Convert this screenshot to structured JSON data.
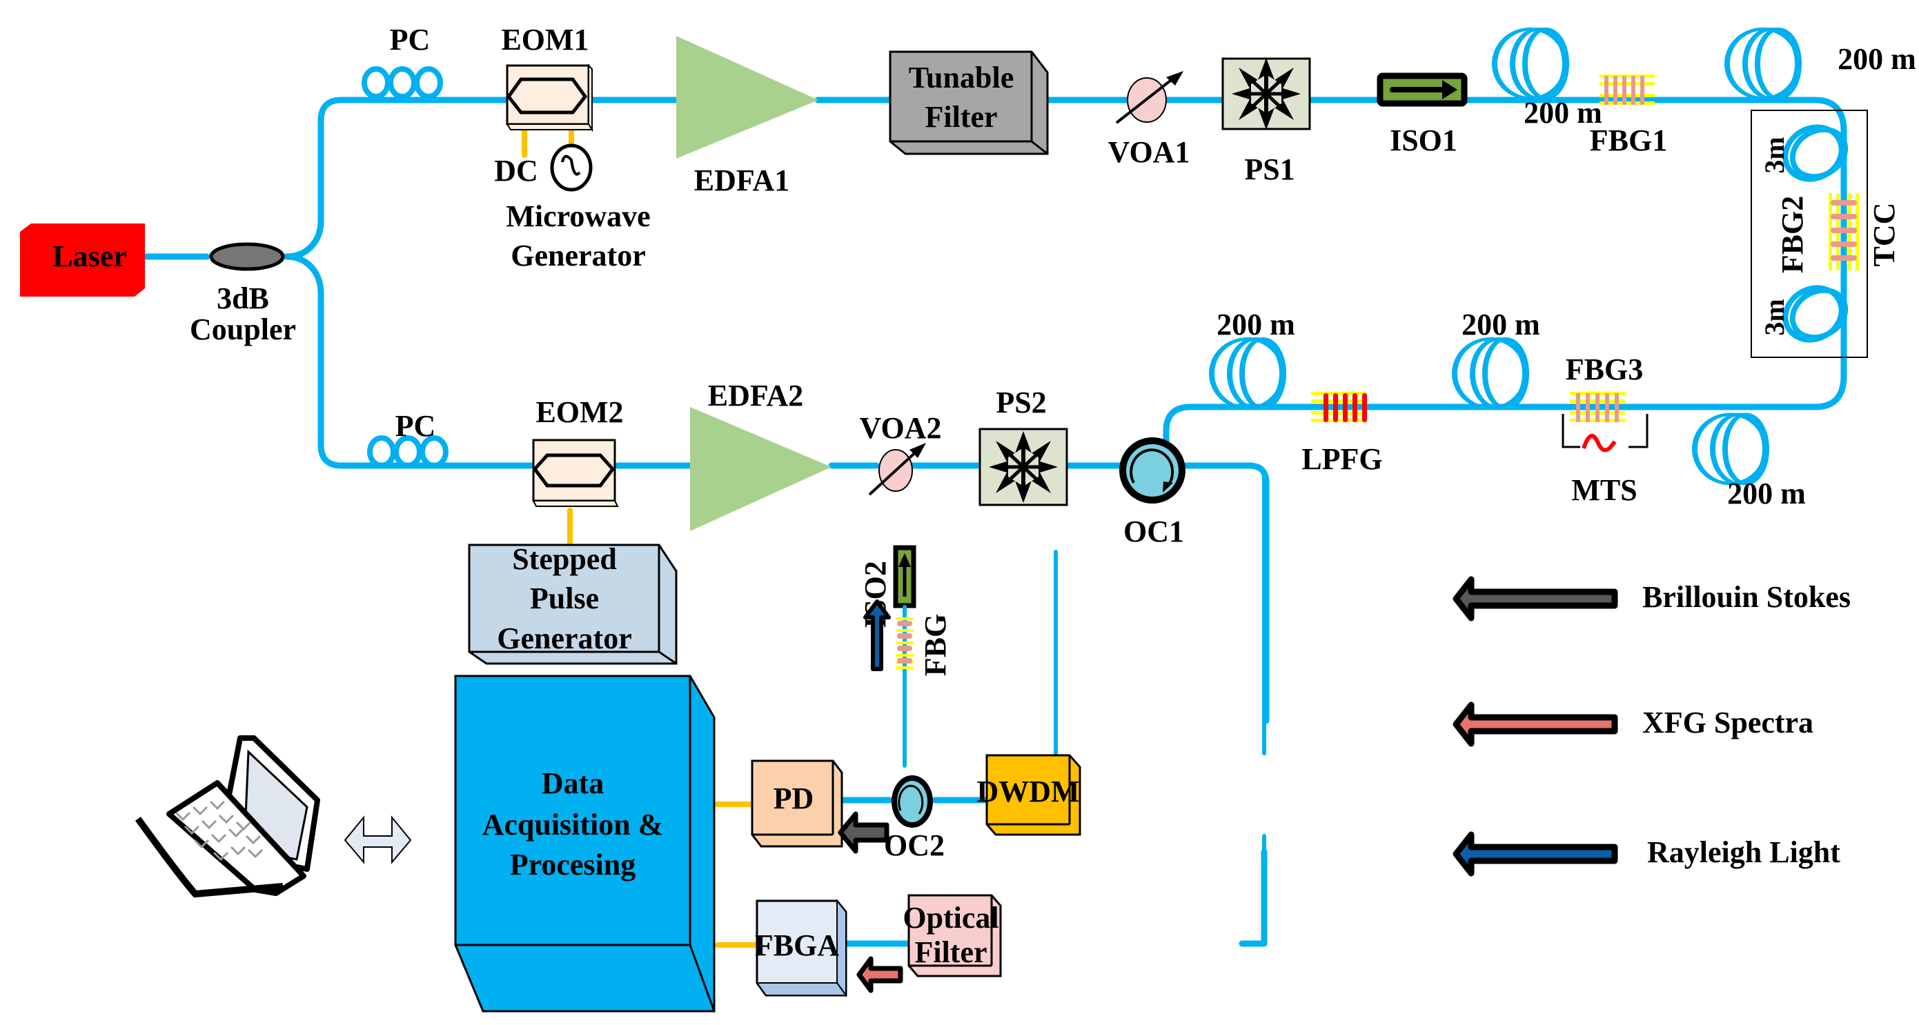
{
  "diagram": {
    "components": {
      "laser": "Laser",
      "coupler_line1": "3dB",
      "coupler_line2": "Coupler",
      "pc_top": "PC",
      "pc_bottom": "PC",
      "eom1": "EOM1",
      "eom2": "EOM2",
      "dc": "DC",
      "microwave_line1": "Microwave",
      "microwave_line2": "Generator",
      "edfa1": "EDFA1",
      "edfa2": "EDFA2",
      "tunable_filter_line1": "Tunable",
      "tunable_filter_line2": "Filter",
      "voa1": "VOA1",
      "voa2": "VOA2",
      "ps1": "PS1",
      "ps2": "PS2",
      "iso1": "ISO1",
      "iso2": "ISO2",
      "fbg1": "FBG1",
      "fbg2": "FBG2",
      "fbg3": "FBG3",
      "fbg": "FBG",
      "tcc": "TCC",
      "lpfg": "LPFG",
      "mts": "MTS",
      "oc1": "OC1",
      "oc2": "OC2",
      "pd": "PD",
      "dwdm": "DWDM",
      "fbga": "FBGA",
      "optical_filter_line1": "Optical",
      "optical_filter_line2": "Filter",
      "pulse_gen_line1": "Stepped",
      "pulse_gen_line2": "Pulse",
      "pulse_gen_line3": "Generator",
      "daq_line1": "Data",
      "daq_line2": "Acquisition &",
      "daq_line3": "Procesing"
    },
    "fiber_lengths": {
      "coil_top1": "200 m",
      "coil_top2": "200 m",
      "coil_mid1": "200 m",
      "coil_mid2": "200 m",
      "coil_bottom_right": "200 m",
      "tcc_coil_upper": "3m",
      "tcc_coil_lower": "3m"
    },
    "legend": [
      {
        "label": "Brillouin Stokes",
        "color": "#595959"
      },
      {
        "label": "XFG Spectra",
        "color": "#e8736b"
      },
      {
        "label": "Rayleigh Light",
        "color": "#0a5fa8"
      }
    ],
    "colors": {
      "fiber": "#00b0f0",
      "electrical": "#ffc000",
      "laser": "#ff0000",
      "edfa": "#a9d18e",
      "daq": "#00b0f0"
    }
  }
}
